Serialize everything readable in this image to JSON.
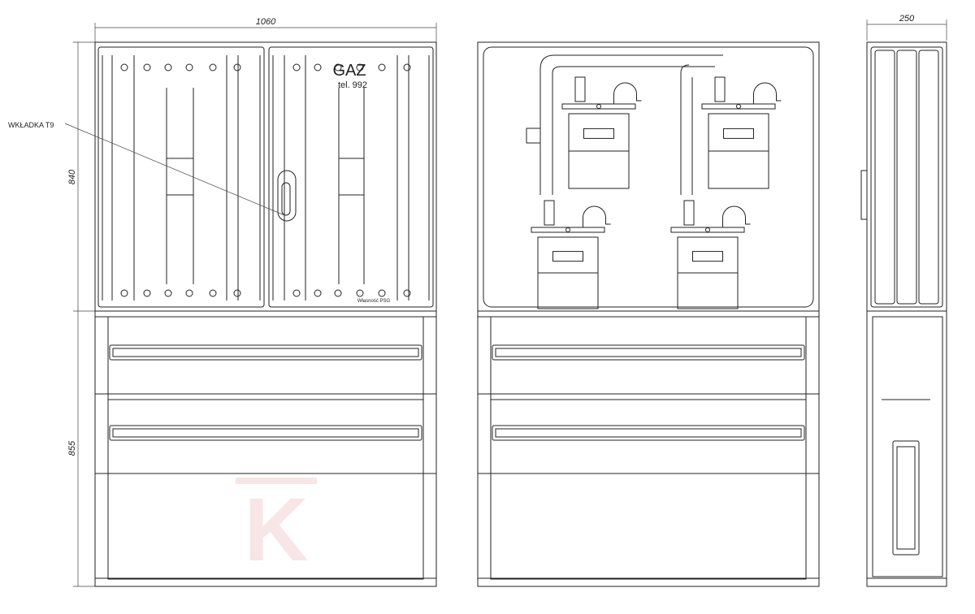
{
  "dimensions": {
    "width": "1060",
    "height_upper": "840",
    "height_lower": "855",
    "depth": "250"
  },
  "labels": {
    "insert": "WKŁADKA T9",
    "door_title": "GAZ",
    "door_phone": "tel. 992",
    "ownership": "Własność PSG"
  },
  "watermark": "K"
}
